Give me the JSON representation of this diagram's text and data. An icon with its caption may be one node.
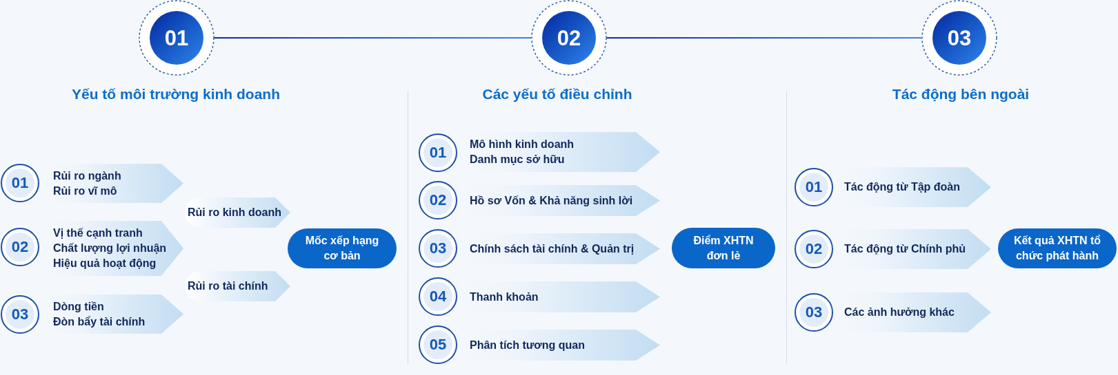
{
  "diagram": {
    "nodes": [
      {
        "text": [
          "01"
        ],
        "beside": [
          "Yếu tố môi trường kinh doanh"
        ]
      },
      {
        "text": [
          "02"
        ],
        "beside": [
          "Các yếu tố điều chỉnh"
        ]
      },
      {
        "text": [
          "03"
        ],
        "beside": [
          "Tác động bên ngoài"
        ]
      },
      {
        "text": [
          "01"
        ]
      },
      {
        "text": [
          "Rủi ro ngành",
          "Rủi ro vĩ mô"
        ]
      },
      {
        "text": [
          "02"
        ]
      },
      {
        "text": [
          "Vị thế cạnh tranh",
          "Chất lượng lợi nhuận",
          "Hiệu quả hoạt động"
        ]
      },
      {
        "text": [
          "03"
        ]
      },
      {
        "text": [
          "Dòng tiền",
          "Đòn bẩy tài chính"
        ]
      },
      {
        "text": [
          "Rủi ro kinh doanh"
        ]
      },
      {
        "text": [
          "Rủi ro tài chính"
        ]
      },
      {
        "text": [
          "Mốc xếp hạng cơ bản"
        ]
      },
      {
        "text": [
          "01"
        ]
      },
      {
        "text": [
          "Mô hình kinh doanh",
          "Danh mục sở hữu"
        ]
      },
      {
        "text": [
          "02"
        ]
      },
      {
        "text": [
          "Hồ sơ Vốn & Khả năng sinh lời"
        ]
      },
      {
        "text": [
          "03"
        ]
      },
      {
        "text": [
          "Chính sách tài chính & Quản trị"
        ]
      },
      {
        "text": [
          "04"
        ]
      },
      {
        "text": [
          "Thanh khoản"
        ]
      },
      {
        "text": [
          "05"
        ]
      },
      {
        "text": [
          "Phân tích tương quan"
        ]
      },
      {
        "text": [
          "Điểm XHTN đơn lẻ"
        ]
      },
      {
        "text": [
          "01"
        ]
      },
      {
        "text": [
          "Tác động từ Tập đoàn"
        ]
      },
      {
        "text": [
          "02"
        ]
      },
      {
        "text": [
          "Tác động từ Chính phủ"
        ]
      },
      {
        "text": [
          "03"
        ]
      },
      {
        "text": [
          "Các ảnh hưởng khác"
        ]
      },
      {
        "text": [
          "Kết quả XHTN tổ chức phát hành"
        ]
      }
    ],
    "edges": [
      {
        "from": 0,
        "to": 1,
        "arrow": "none"
      },
      {
        "from": 1,
        "to": 2,
        "arrow": "none"
      }
    ]
  }
}
